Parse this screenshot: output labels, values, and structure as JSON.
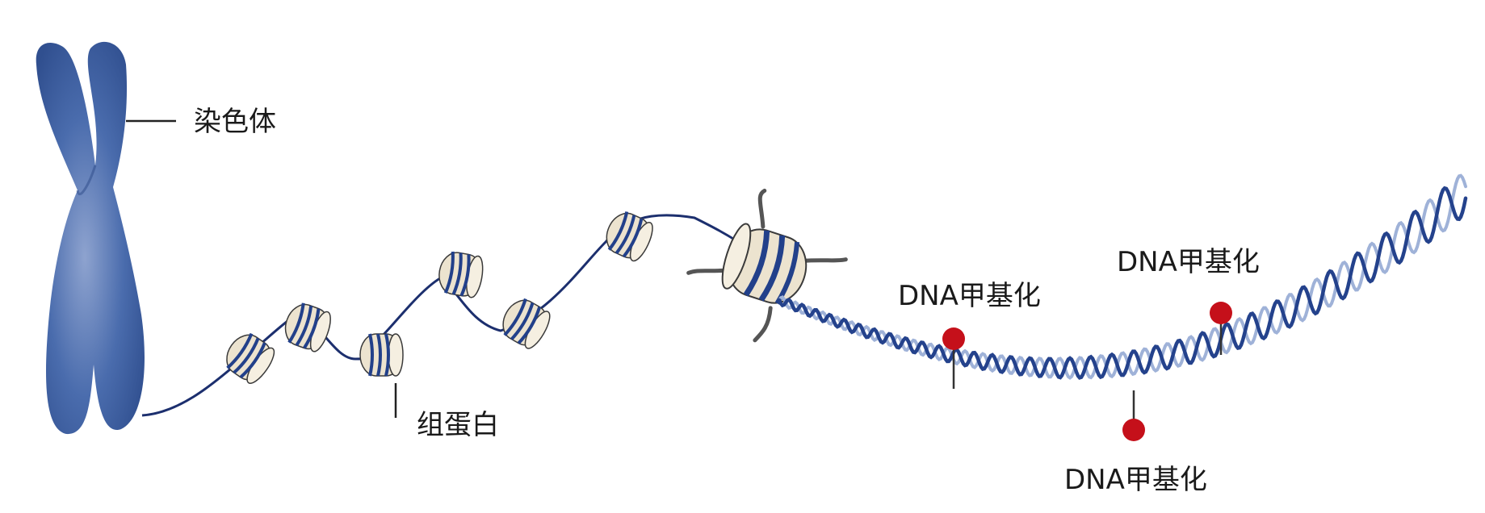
{
  "labels": {
    "chromosome": "染色体",
    "histone": "组蛋白",
    "methylation_1": "DNA甲基化",
    "methylation_2": "DNA甲基化",
    "methylation_3": "DNA甲基化"
  },
  "colors": {
    "chromosome": "#3e63a3",
    "strand": "#1c2f6e",
    "nucleosome_fill": "#ece3cf",
    "nucleosome_band": "#22408a",
    "helix_dark": "#24428c",
    "helix_light": "#9fb2d8",
    "methyl_mark": "#c5101a",
    "tail": "#555555"
  }
}
